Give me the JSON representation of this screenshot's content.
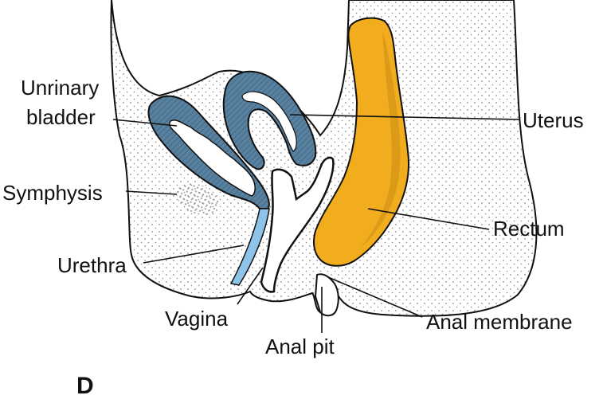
{
  "panel_letter": "D",
  "labels": {
    "bladder_line1": "Unrinary",
    "bladder_line2": "bladder",
    "symphysis": "Symphysis",
    "urethra": "Urethra",
    "vagina": "Vagina",
    "anal_pit": "Anal pit",
    "anal_membrane": "Anal membrane",
    "rectum": "Rectum",
    "uterus": "Uterus"
  },
  "colors": {
    "bladder": "#58809f",
    "uterus": "#58809f",
    "urethra": "#8fc4ea",
    "rectum": "#f2ad1f",
    "stipple": "#9a9a9a",
    "outline": "#111111"
  }
}
